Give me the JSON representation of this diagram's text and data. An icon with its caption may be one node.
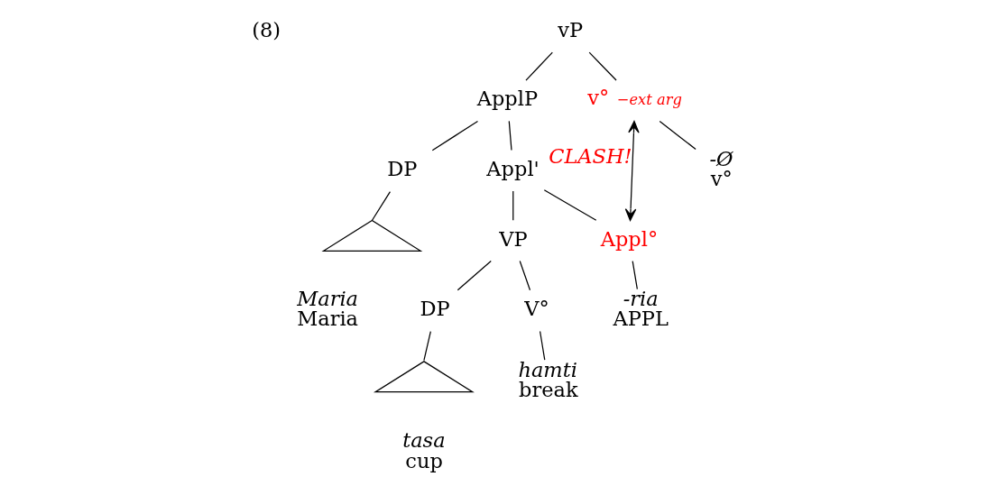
{
  "diagram": {
    "nodes": [
      {
        "text": [
          "vP"
        ]
      },
      {
        "text": [
          "ApplP"
        ]
      },
      {
        "text": [
          "v°"
        ],
        "beside": [
          "−ext arg"
        ]
      },
      {
        "text": [
          "DP"
        ]
      },
      {
        "text": [
          "Appl'"
        ]
      },
      {
        "text": [],
        "shape": "triangle",
        "beside": [
          "Maria",
          "Maria"
        ]
      },
      {
        "text": [
          "VP"
        ]
      },
      {
        "text": [
          "Appl°"
        ]
      },
      {
        "text": [
          "-Ø",
          "v°"
        ]
      },
      {
        "text": [
          "DP"
        ]
      },
      {
        "text": [
          "V°"
        ]
      },
      {
        "text": [
          "-ria",
          "APPL"
        ]
      },
      {
        "text": [],
        "shape": "triangle",
        "beside": [
          "tasa",
          "cup"
        ]
      },
      {
        "text": [
          "hamti",
          "break"
        ]
      }
    ],
    "edges": [
      {
        "from": 0,
        "to": 1,
        "arrow": "none"
      },
      {
        "from": 0,
        "to": 2,
        "arrow": "none"
      },
      {
        "from": 1,
        "to": 3,
        "arrow": "none"
      },
      {
        "from": 1,
        "to": 4,
        "arrow": "none"
      },
      {
        "from": 2,
        "to": 8,
        "arrow": "none"
      },
      {
        "from": 3,
        "to": 5,
        "arrow": "none"
      },
      {
        "from": 4,
        "to": 6,
        "arrow": "none"
      },
      {
        "from": 4,
        "to": 7,
        "arrow": "none"
      },
      {
        "from": 2,
        "to": 7,
        "arrow": "both",
        "label": "CLASH!"
      },
      {
        "from": 6,
        "to": 9,
        "arrow": "none"
      },
      {
        "from": 6,
        "to": 10,
        "arrow": "none"
      },
      {
        "from": 7,
        "to": 11,
        "arrow": "none"
      },
      {
        "from": 9,
        "to": 12,
        "arrow": "none"
      },
      {
        "from": 10,
        "to": 13,
        "arrow": "none"
      }
    ],
    "labels": [
      "(8)"
    ]
  }
}
